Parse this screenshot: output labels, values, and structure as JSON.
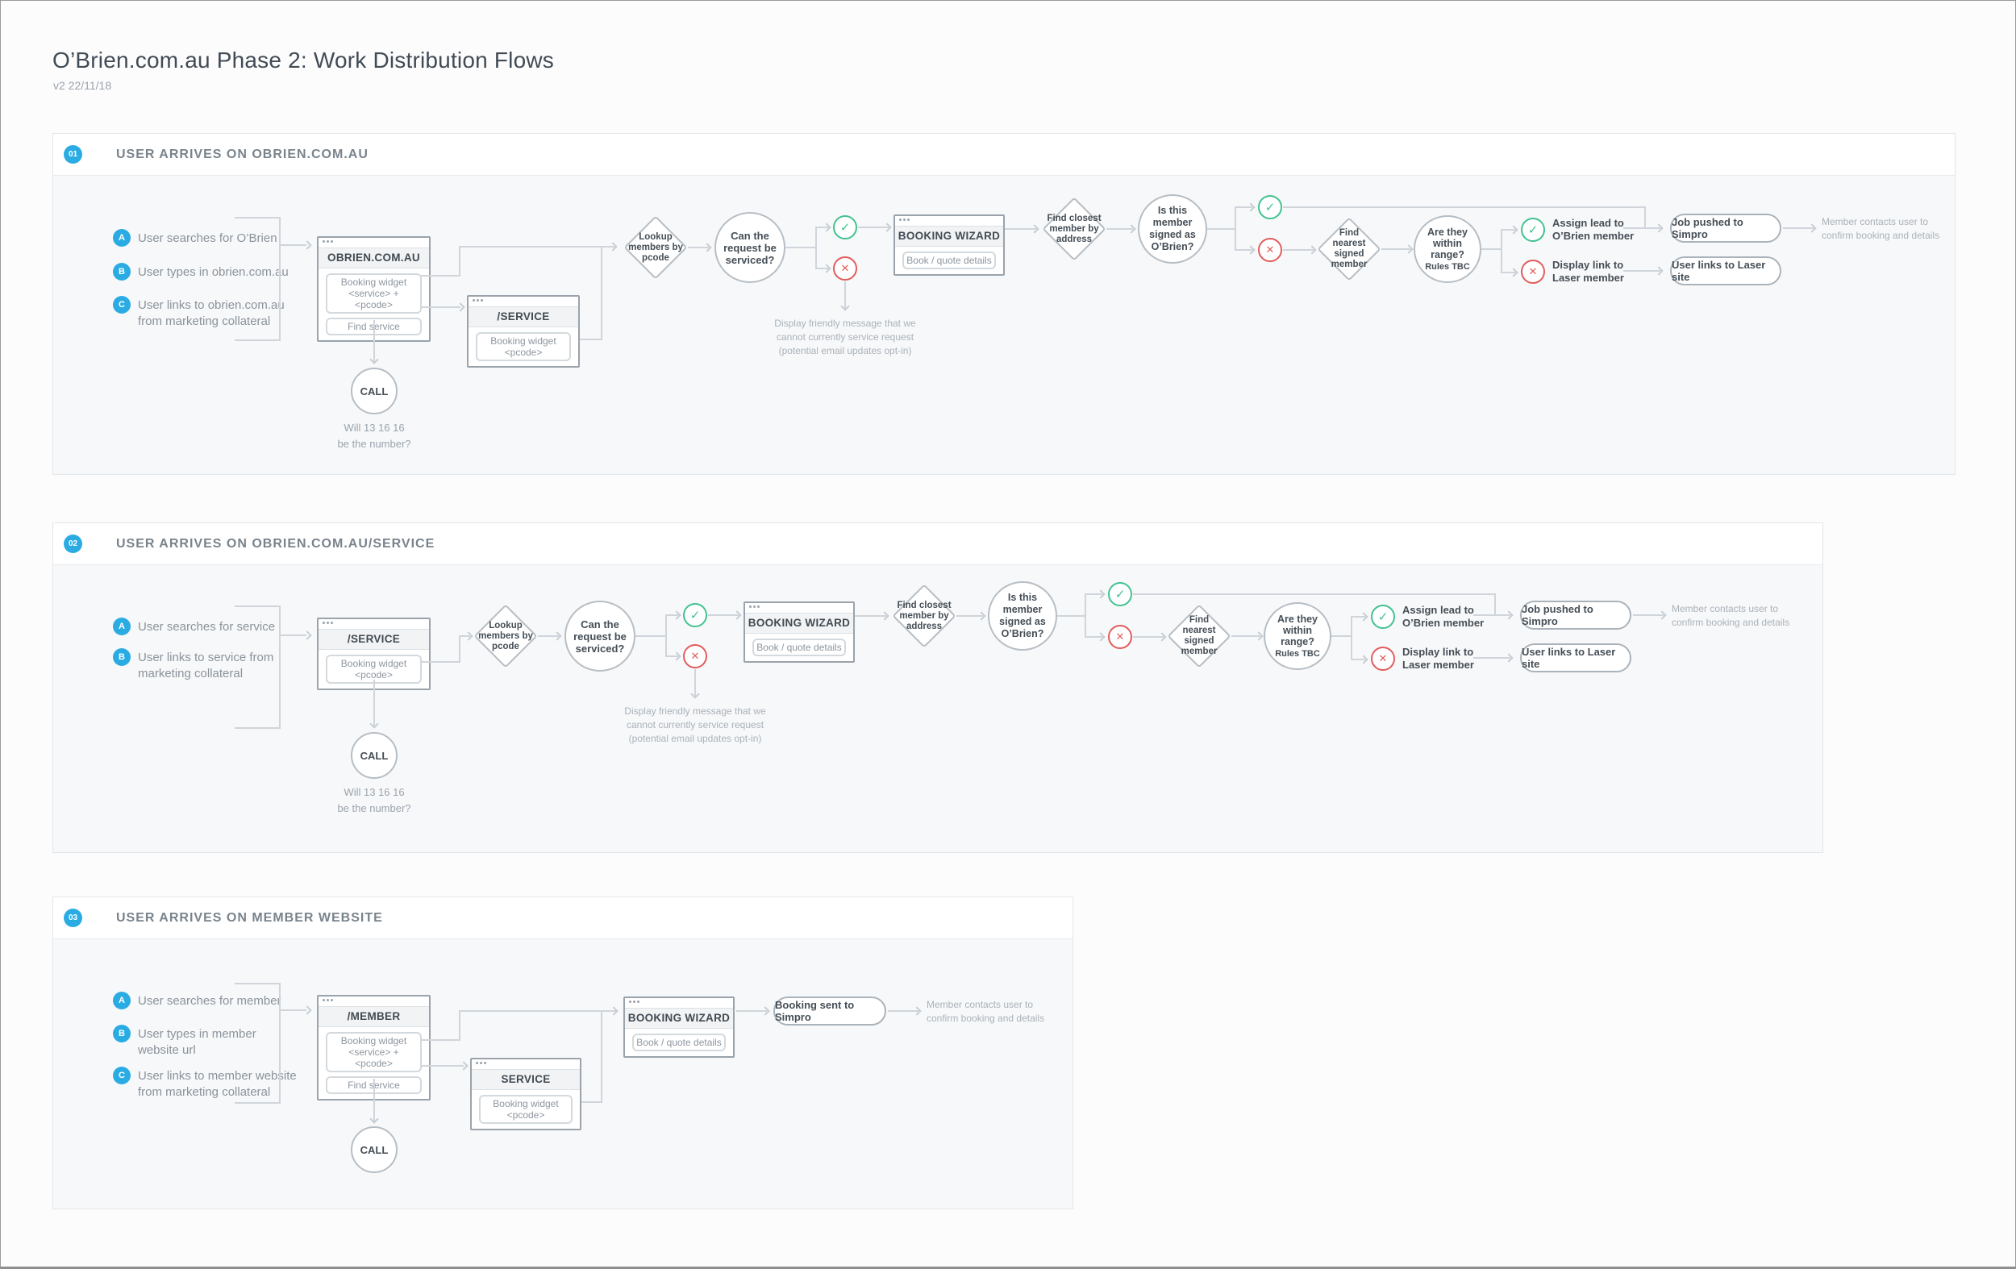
{
  "page": {
    "title": "O’Brien.com.au Phase 2: Work Distribution Flows",
    "version": "v2 22/11/18"
  },
  "colors": {
    "accent_blue": "#2aace3",
    "success_green": "#43c28f",
    "error_red": "#e25c5c"
  },
  "icons": {
    "check": "✓",
    "cross": "✕"
  },
  "sections": [
    {
      "badge": "01",
      "title": "USER ARRIVES ON OBRIEN.COM.AU",
      "labels": [
        {
          "key": "A",
          "text": "User searches for O’Brien"
        },
        {
          "key": "B",
          "text": "User types in obrien.com.au"
        },
        {
          "key": "C",
          "text": "User links to obrien.com.au from marketing collateral"
        }
      ],
      "window_main": {
        "title": "OBRIEN.COM.AU",
        "buttons": [
          "Booking widget\n<service> + <pcode>",
          "Find service"
        ]
      },
      "window_service": {
        "title": "/SERVICE",
        "buttons": [
          "Booking widget\n<pcode>"
        ]
      },
      "call": {
        "label": "CALL",
        "note": "Will 13 16 16\nbe the number?"
      },
      "lookup_diamond": "Lookup\nmembers by\npcode",
      "serviced_circle": "Can the\nrequest be\nserviced?",
      "booking_wizard": {
        "title": "BOOKING WIZARD",
        "buttons": [
          "Book / quote details"
        ]
      },
      "no_service_note": "Display friendly message that we\ncannot currently service request\n(potential email updates opt-in)",
      "closest_diamond": "Find closest\nmember by\naddress",
      "signed_circle": "Is this\nmember\nsigned as\nO’Brien?",
      "nearest_diamond": "Find\nnearest signed\nmember",
      "range_circle": {
        "main": "Are they\nwithin\nrange?",
        "sub": "Rules TBC"
      },
      "assign_text": "Assign lead to\nO’Brien member",
      "display_text": "Display link to\nLaser member",
      "pill_simpro": "Job pushed to Simpro",
      "pill_laser": "User links to Laser site",
      "outcome_note": "Member contacts user to\nconfirm booking and details"
    },
    {
      "badge": "02",
      "title": "USER ARRIVES ON OBRIEN.COM.AU/SERVICE",
      "labels": [
        {
          "key": "A",
          "text": "User searches for service"
        },
        {
          "key": "B",
          "text": "User links to service from marketing collateral"
        }
      ],
      "window_main": {
        "title": "/SERVICE",
        "buttons": [
          "Booking widget\n<pcode>"
        ]
      },
      "call": {
        "label": "CALL",
        "note": "Will 13 16 16\nbe the number?"
      },
      "lookup_diamond": "Lookup\nmembers by\npcode",
      "serviced_circle": "Can the\nrequest be\nserviced?",
      "booking_wizard": {
        "title": "BOOKING WIZARD",
        "buttons": [
          "Book / quote details"
        ]
      },
      "no_service_note": "Display friendly message that we\ncannot currently service request\n(potential email updates opt-in)",
      "closest_diamond": "Find closest\nmember by\naddress",
      "signed_circle": "Is this\nmember\nsigned as\nO’Brien?",
      "nearest_diamond": "Find\nnearest signed\nmember",
      "range_circle": {
        "main": "Are they\nwithin\nrange?",
        "sub": "Rules TBC"
      },
      "assign_text": "Assign lead to\nO’Brien member",
      "display_text": "Display link to\nLaser member",
      "pill_simpro": "Job pushed to Simpro",
      "pill_laser": "User links to Laser site",
      "outcome_note": "Member contacts user to\nconfirm booking and details"
    },
    {
      "badge": "03",
      "title": "USER ARRIVES ON MEMBER WEBSITE",
      "labels": [
        {
          "key": "A",
          "text": "User searches for member"
        },
        {
          "key": "B",
          "text": "User types in member\nwebsite url"
        },
        {
          "key": "C",
          "text": "User links to member website\nfrom marketing collateral"
        }
      ],
      "window_main": {
        "title": "/MEMBER",
        "buttons": [
          "Booking widget\n<service> + <pcode>",
          "Find service"
        ]
      },
      "window_service": {
        "title": "SERVICE",
        "buttons": [
          "Booking widget\n<pcode>"
        ]
      },
      "call": {
        "label": "CALL"
      },
      "booking_wizard": {
        "title": "BOOKING WIZARD",
        "buttons": [
          "Book / quote details"
        ]
      },
      "pill_simpro": "Booking sent to Simpro",
      "outcome_note": "Member contacts user to\nconfirm booking and details"
    }
  ]
}
